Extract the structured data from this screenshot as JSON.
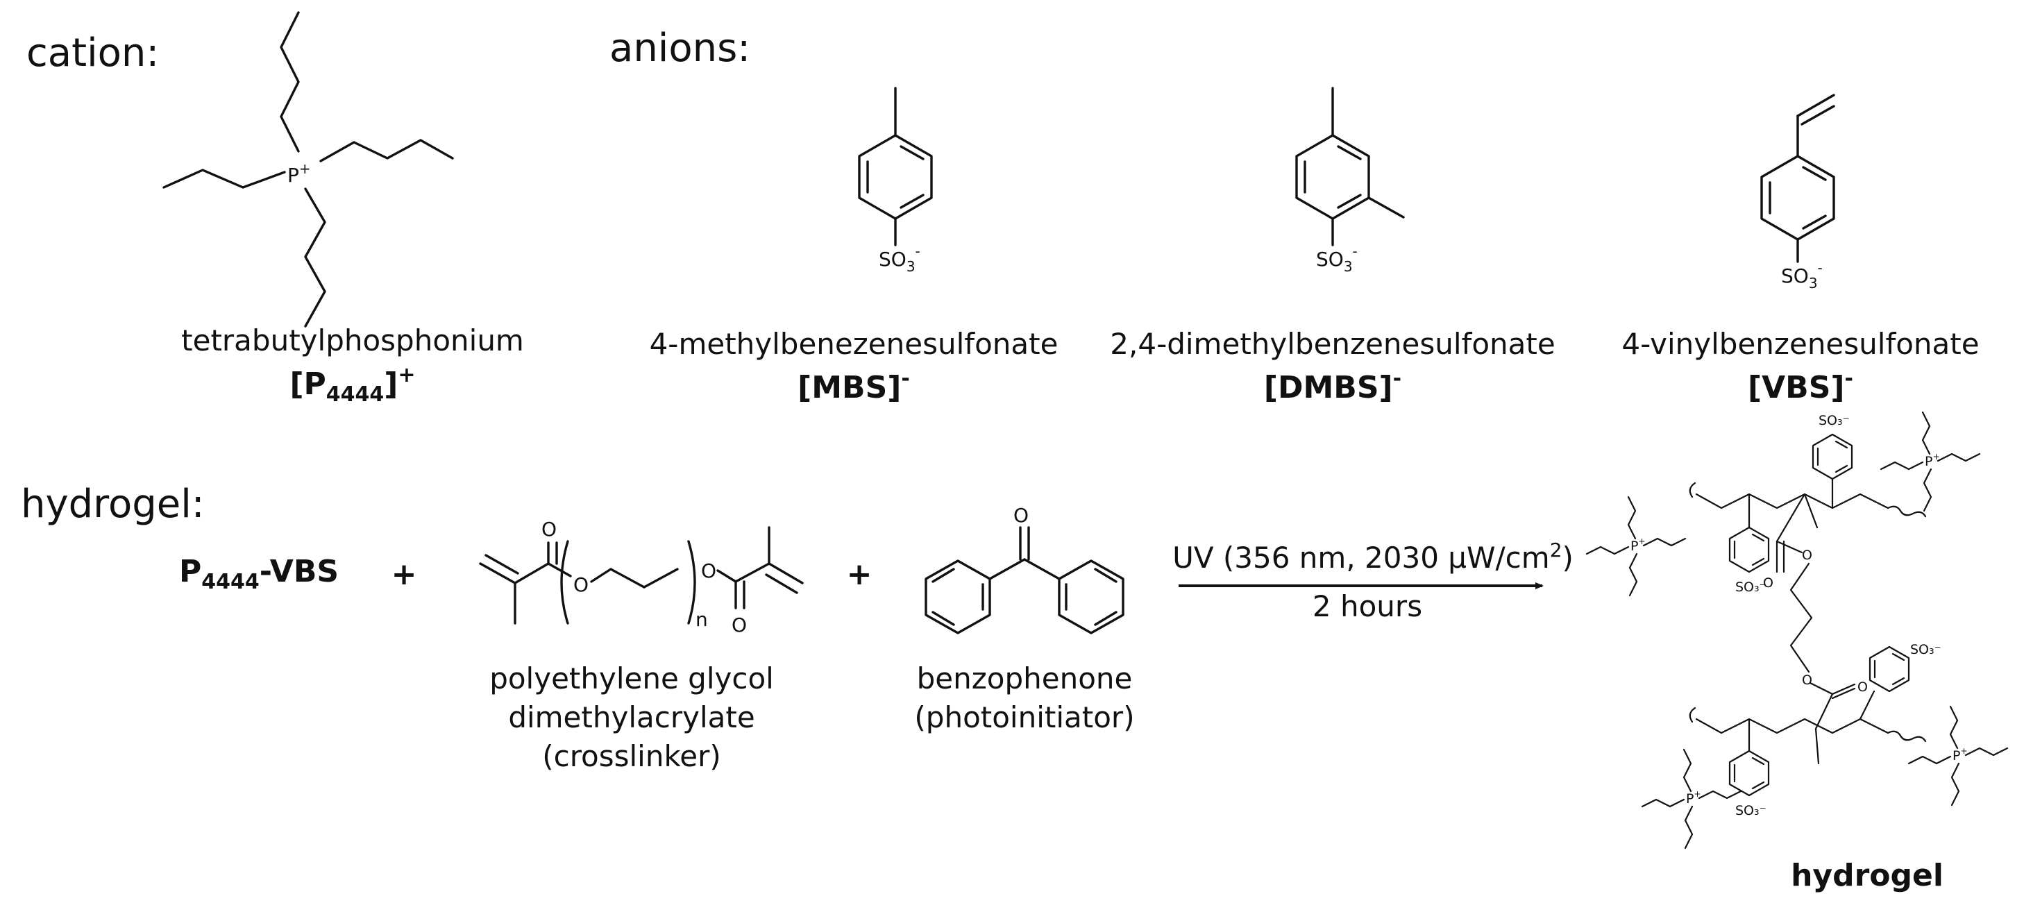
{
  "sections": {
    "cation": "cation:",
    "anions": "anions:",
    "hydrogel": "hydrogel:"
  },
  "cation": {
    "name": "tetrabutylphosphonium",
    "abbr": "[P4444]+",
    "abbr_main": "[P",
    "abbr_sub": "4444",
    "abbr_end": "]",
    "abbr_sup": "+",
    "atom_p": "P",
    "atom_charge": "+"
  },
  "anions": [
    {
      "name": "4-methylbenezenesulfonate",
      "abbr_core": "[MBS]",
      "abbr_sup": "-"
    },
    {
      "name": "2,4-dimethylbenzenesulfonate",
      "abbr_core": "[DMBS]",
      "abbr_sup": "-"
    },
    {
      "name": "4-vinylbenzenesulfonate",
      "abbr_core": "[VBS]",
      "abbr_sup": "-"
    }
  ],
  "sulfonate": {
    "so": "SO",
    "sub": "3",
    "sup": "-"
  },
  "reaction": {
    "monomer_main": "P",
    "monomer_sub": "4444",
    "monomer_end": "-VBS",
    "plus": "+",
    "crosslinker": {
      "line1": "polyethylene glycol",
      "line2": "dimethylacrylate",
      "line3": "(crosslinker)",
      "atom_o": "O",
      "index_n": "n"
    },
    "photoinitiator": {
      "line1": "benzophenone",
      "line2": "(photoinitiator)",
      "atom_o": "O"
    },
    "conditions_line1_pre": "UV (356 nm, 2030 μW/cm",
    "conditions_line1_sup": "2",
    "conditions_line1_post": ")",
    "conditions_line2": "2 hours",
    "product_label": "hydrogel",
    "product_atoms": {
      "p": "P",
      "plus": "+",
      "so3": "SO₃⁻",
      "o": "O"
    }
  }
}
